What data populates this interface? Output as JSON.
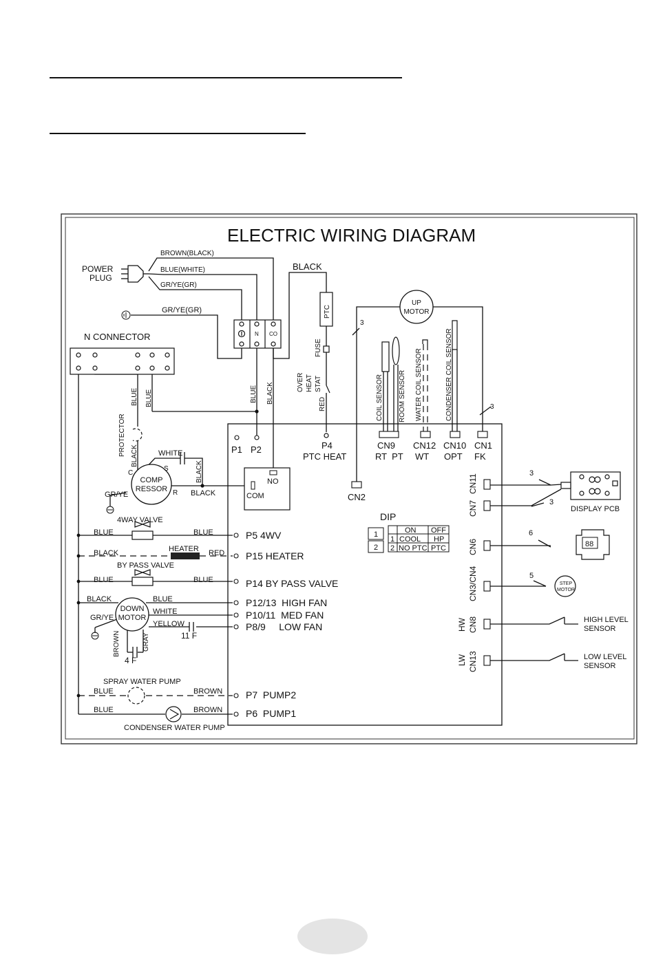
{
  "title": "ELECTRIC WIRING DIAGRAM",
  "power": {
    "plug": [
      "POWER",
      "PLUG"
    ],
    "wire_brown": "BROWN(BLACK)",
    "wire_blue": "BLUE(WHITE)",
    "wire_grye": "GR/YE(GR)",
    "ground_wire": "GR/YE(GR)",
    "terminal_n": "N",
    "terminal_co": "CO",
    "black": "BLACK"
  },
  "n_connector": "N CONNECTOR",
  "ptc": {
    "ptc": "PTC",
    "fuse": "FUSE",
    "stat": [
      "OVER",
      "HEAT",
      "STAT"
    ],
    "red": "RED",
    "port": "P4",
    "port_label": "PTC HEAT"
  },
  "up_motor": [
    "UP",
    "MOTOR"
  ],
  "sensors": {
    "coil": "COIL SENSOR",
    "room": "ROOM SENSOR",
    "water": "WATER COIL SENSOR",
    "condenser": "CONDENSER COIL SENSOR"
  },
  "wire_numbers": {
    "three": "3",
    "six": "6",
    "five": "5"
  },
  "board_ports": {
    "p1": "P1",
    "p2": "P2",
    "cn9": "CN9",
    "cn9_sub": "RT  PT",
    "cn12": "CN12",
    "cn12_sub": "WT",
    "cn10": "CN10",
    "cn10_sub": "OPT",
    "cn1": "CN1",
    "cn1_sub": "FK",
    "cn2": "CN2",
    "cn11": "CN11",
    "cn7": "CN7",
    "cn6": "CN6",
    "cn3": "CN3/CN4",
    "cn8": "CN8",
    "hw": "HW",
    "cn13": "CN13",
    "lw": "LW"
  },
  "compressor": {
    "name": [
      "COMP",
      "RESSOR"
    ],
    "protector": "PROTECTOR",
    "c": "C",
    "s": "S",
    "r": "R",
    "white": "WHITE",
    "black": "BLACK",
    "blue": "BLUE",
    "gr_ye": "GR/YE"
  },
  "relay": {
    "no": "NO",
    "com": "COM"
  },
  "loads": {
    "fourway": "4WAY VALVE",
    "blue": "BLUE",
    "black": "BLACK",
    "red": "RED",
    "brown": "BROWN",
    "white": "WHITE",
    "yellow": "YELLOW",
    "gray": "GRAY",
    "gr_ye": "GR/YE",
    "heater": "HEATER",
    "bypass": "BY PASS VALVE",
    "down_motor": [
      "DOWN",
      "MOTOR"
    ],
    "cap_11": "11 ",
    "cap_4": "4 ",
    "cap_unit": "F",
    "spray": "SPRAY WATER PUMP",
    "condenser_pump": "CONDENSER WATER PUMP",
    "p5": "P5 4WV",
    "p15": "P15 HEATER",
    "p14": "P14 BY PASS VALVE",
    "p12": "P12/13  HIGH FAN",
    "p10": "P10/11  MED FAN",
    "p8": "P8/9     LOW FAN",
    "p7": "P7  PUMP2",
    "p6": "P6  PUMP1"
  },
  "dip": {
    "title": "DIP",
    "switch_1": "1",
    "switch_2": "2",
    "col_on": "ON",
    "col_off": "OFF",
    "rows": [
      {
        "num": "1",
        "on": "COOL",
        "off": "HP"
      },
      {
        "num": "2",
        "on": "NO PTC",
        "off": "PTC"
      }
    ]
  },
  "peripherals": {
    "display_pcb": "DISPLAY PCB",
    "display_digits": "88",
    "step_motor": [
      "STEP",
      "MOTOR"
    ],
    "high_level": [
      "HIGH LEVEL",
      "SENSOR"
    ],
    "low_level": [
      "LOW LEVEL",
      "SENSOR"
    ]
  }
}
